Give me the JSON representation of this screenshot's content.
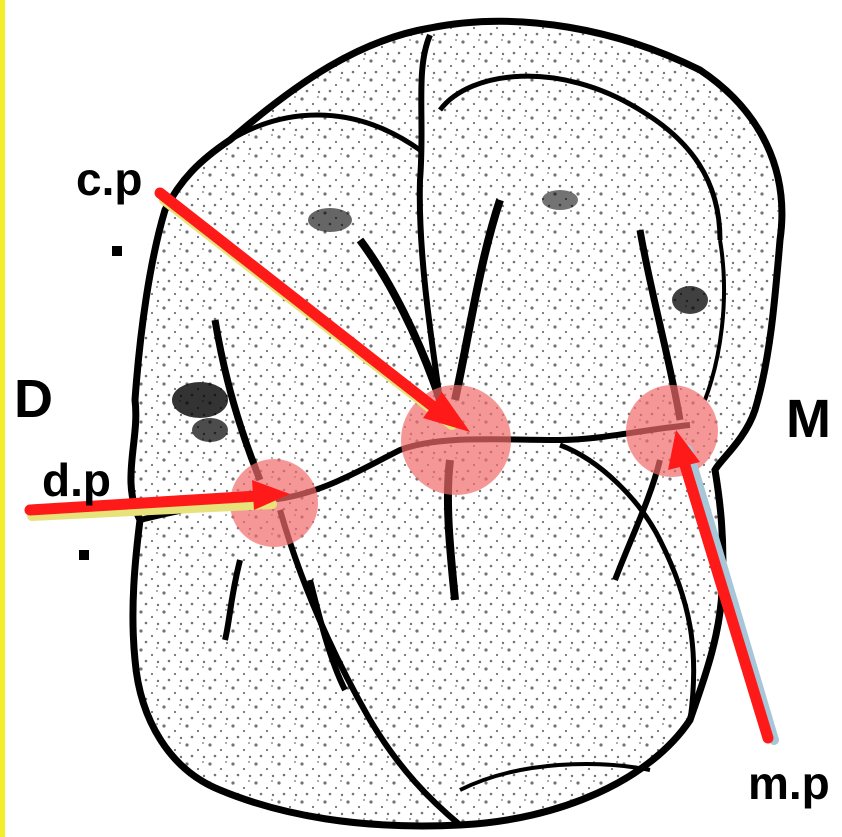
{
  "labels": {
    "central_pit": "c.p",
    "distal_pit": "d.p",
    "mesial_pit": "m.p",
    "distal_side": "D",
    "mesial_side": "M"
  },
  "colors": {
    "arrow": "#ff1a1a",
    "highlight_fill": "#f26b6b",
    "arrow_shadow": "#e8e27a",
    "outline": "#000000",
    "frame": "#f2ee2a"
  },
  "icons": [
    "tooth-occlusal-illustration",
    "arrow-icon",
    "pit-highlight-circle"
  ]
}
